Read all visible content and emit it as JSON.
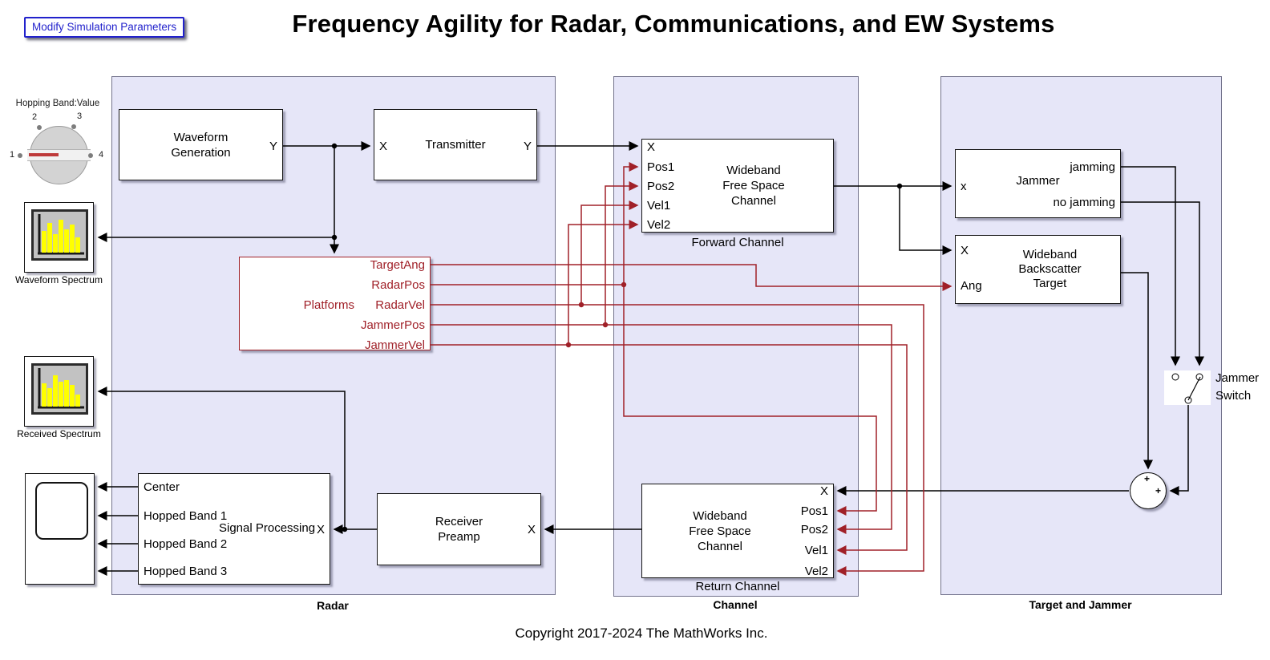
{
  "header": {
    "button_label": "Modify Simulation Parameters",
    "title": "Frequency Agility for Radar, Communications, and EW Systems"
  },
  "knob": {
    "title": "Hopping Band:Value",
    "ticks": [
      "1",
      "2",
      "3",
      "4"
    ]
  },
  "regions": {
    "radar": "Radar",
    "channel": "Channel",
    "target_jammer": "Target and Jammer"
  },
  "blocks": {
    "waveform_generation": {
      "label": "Waveform\nGeneration",
      "port_out": "Y"
    },
    "transmitter": {
      "label": "Transmitter",
      "port_in": "X",
      "port_out": "Y"
    },
    "waveform_spectrum": {
      "caption": "Waveform Spectrum",
      "icon": "spectrum-display-icon"
    },
    "received_spectrum": {
      "caption": "Received Spectrum",
      "icon": "spectrum-display-icon"
    },
    "platforms": {
      "label": "Platforms",
      "outputs": [
        "TargetAng",
        "RadarPos",
        "RadarVel",
        "JammerPos",
        "JammerVel"
      ]
    },
    "time_scope": {
      "icon": "scope-display-icon"
    },
    "signal_processing": {
      "label": "Signal Processing",
      "port_in": "X",
      "outputs": [
        "Center",
        "Hopped Band 1",
        "Hopped Band 2",
        "Hopped Band 3"
      ]
    },
    "receiver_preamp": {
      "label": "Receiver\nPreamp",
      "port_in": "X"
    },
    "forward_channel": {
      "label": "Wideband\nFree Space\nChannel",
      "caption": "Forward Channel",
      "inputs": [
        "X",
        "Pos1",
        "Pos2",
        "Vel1",
        "Vel2"
      ]
    },
    "return_channel": {
      "label": "Wideband\nFree Space\nChannel",
      "caption": "Return Channel",
      "inputs": [
        "X",
        "Pos1",
        "Pos2",
        "Vel1",
        "Vel2"
      ]
    },
    "jammer": {
      "label": "Jammer",
      "port_in": "x",
      "outputs": [
        "jamming",
        "no jamming"
      ]
    },
    "backscatter_target": {
      "label": "Wideband\nBackscatter\nTarget",
      "inputs": [
        "X",
        "Ang"
      ]
    },
    "jammer_switch": {
      "label": "Jammer\nSwitch"
    },
    "sum": {
      "signs": [
        "+",
        "+"
      ]
    }
  },
  "colors": {
    "accent_red": "#A02028",
    "region_fill": "#E6E6F8",
    "bar_yellow": "#FFFF00",
    "button_blue": "#2222CC"
  },
  "footer": {
    "copyright": "Copyright 2017-2024 The MathWorks Inc."
  }
}
